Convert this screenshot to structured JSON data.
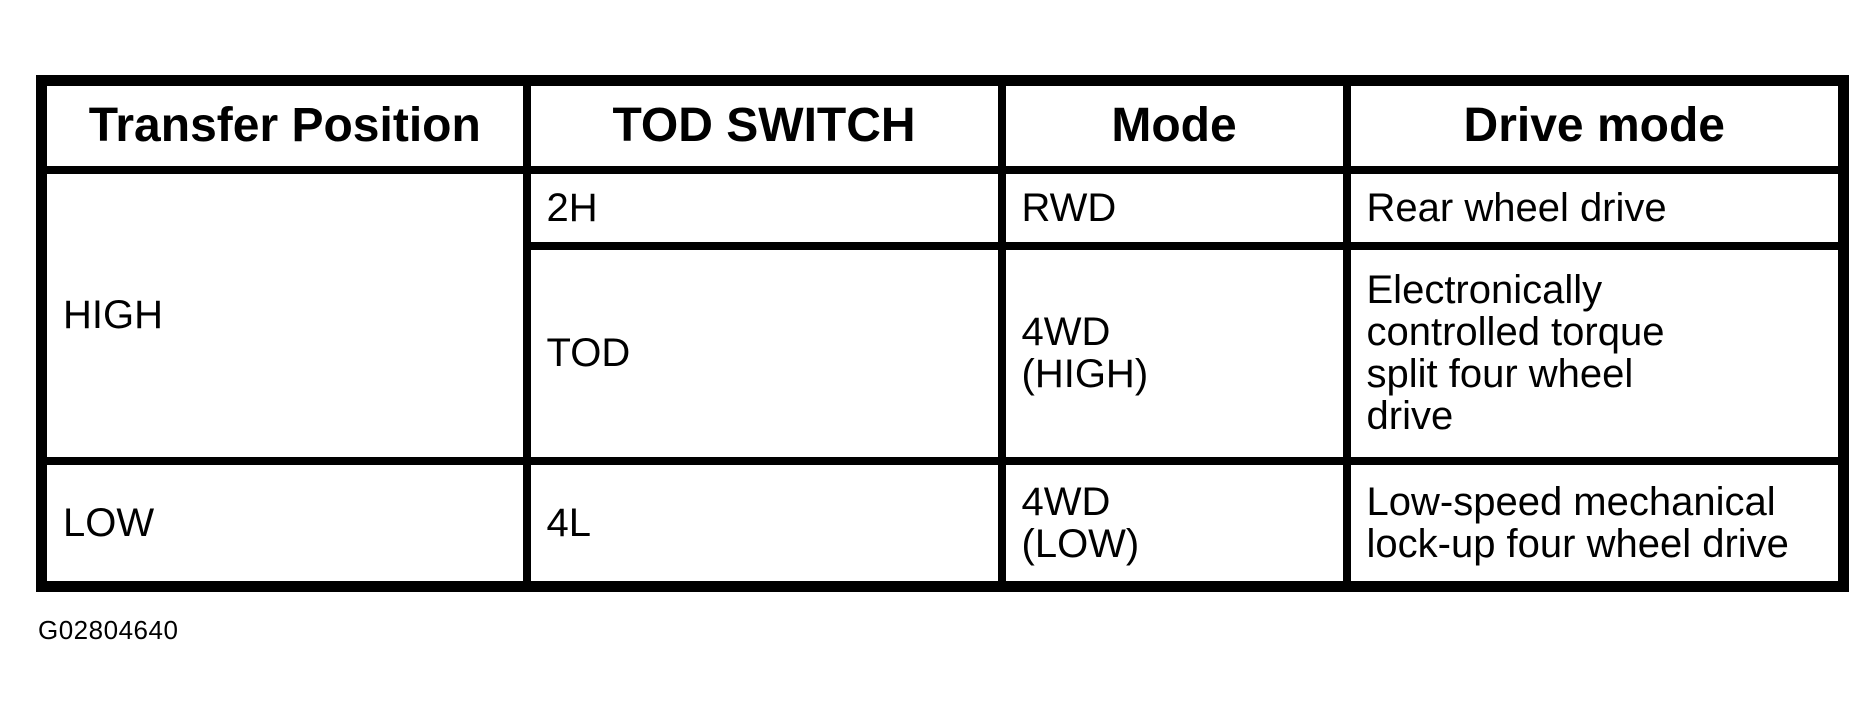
{
  "page": {
    "background_color": "#ffffff",
    "line_color": "#000000"
  },
  "table": {
    "headers": {
      "transfer_position": "Transfer Position",
      "tod_switch": "TOD SWITCH",
      "mode": "Mode",
      "drive_mode": "Drive mode"
    },
    "body": {
      "high_group": {
        "transfer_position": "HIGH",
        "sub_rows": [
          {
            "tod_switch": "2H",
            "mode": "RWD",
            "drive_mode": "Rear wheel drive"
          },
          {
            "tod_switch": "TOD",
            "mode": "4WD\n(HIGH)",
            "drive_mode": "Electronically\ncontrolled torque\nsplit four wheel\ndrive"
          }
        ]
      },
      "low_row": {
        "transfer_position": "LOW",
        "tod_switch": "4L",
        "mode": "4WD\n(LOW)",
        "drive_mode": "Low-speed mechanical\nlock-up four wheel drive"
      }
    }
  },
  "figure_id": "G02804640"
}
